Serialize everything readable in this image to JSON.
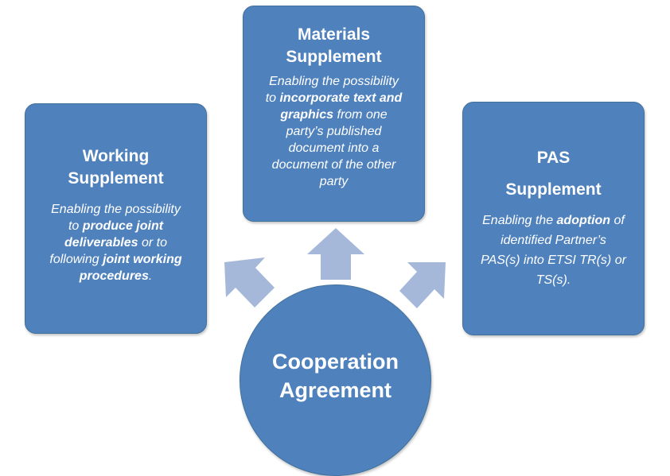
{
  "colors": {
    "box_fill": "#4f81bd",
    "box_border": "#41719c",
    "arrow_fill": "#a5b8da",
    "text": "#ffffff"
  },
  "working": {
    "title_line1": "Working",
    "title_line2": "Supplement",
    "desc": {
      "l1": "Enabling the possibility",
      "l2_pre": "to ",
      "l2_bold": "produce joint",
      "l3_bold": "deliverables",
      "l3_post": " or to",
      "l4_pre": "following ",
      "l4_bold": "joint working",
      "l5_bold": "procedures",
      "l5_post": "."
    }
  },
  "materials": {
    "title_line1": "Materials",
    "title_line2": "Supplement",
    "desc": {
      "l1": "Enabling the possibility",
      "l2_pre": "to ",
      "l2_bold": "incorporate text and",
      "l3_bold": "graphics",
      "l3_post": " from one",
      "l4": "party’s published",
      "l5": "document into a",
      "l6": "document of the other",
      "l7": "party"
    }
  },
  "pas": {
    "title_line1": "PAS",
    "title_line2": "Supplement",
    "desc": {
      "l1_pre": "Enabling the ",
      "l1_bold": "adoption",
      "l1_post": " of",
      "l2": "identified Partner’s",
      "l3": "PAS(s) into ETSI TR(s) or",
      "l4": "TS(s)."
    }
  },
  "center": {
    "line1": "Cooperation",
    "line2": "Agreement"
  }
}
